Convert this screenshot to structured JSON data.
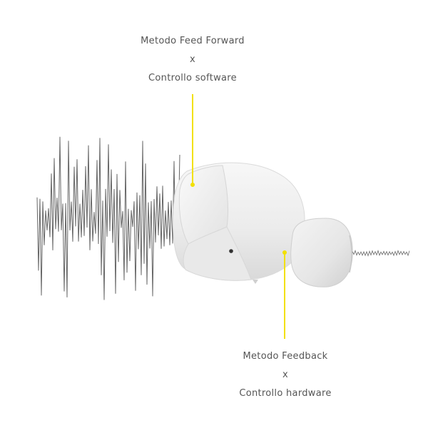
{
  "annotations": {
    "feed_forward": {
      "method": "Metodo Feed Forward",
      "connector": "x",
      "control": "Controllo software"
    },
    "feedback": {
      "method": "Metodo Feedback",
      "connector": "x",
      "control": "Controllo hardware"
    }
  },
  "colors": {
    "accent": "#f2e000",
    "text": "#555555",
    "waveform": "#666666",
    "earbud_body": "#efefef",
    "earbud_shadow": "#d4d4d4"
  },
  "icons": {
    "noise": "noise-waveform-icon",
    "device": "earbud-icon"
  }
}
